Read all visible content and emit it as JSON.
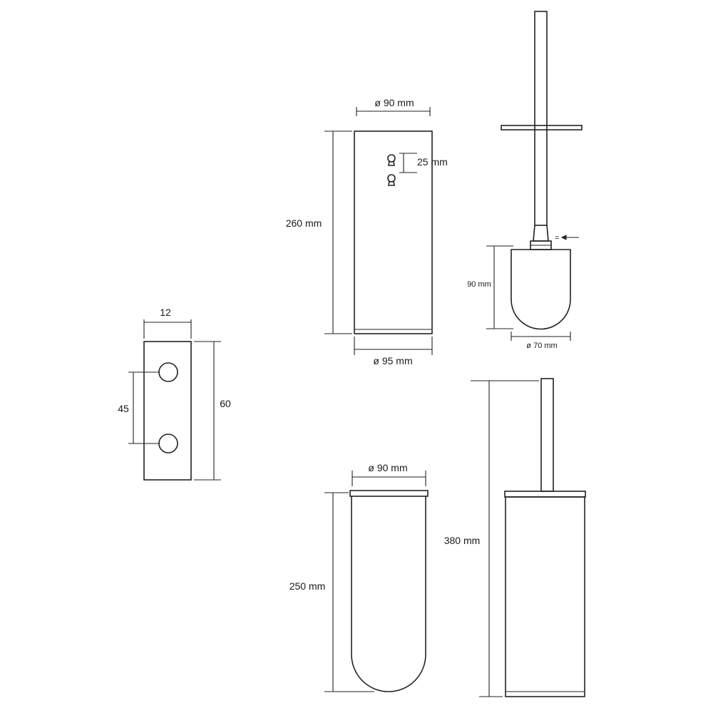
{
  "drawing": {
    "line_color": "#222222",
    "background": "#ffffff",
    "labels": {
      "bracket_width": "12",
      "bracket_height": "60",
      "bracket_hole_spacing": "45",
      "holder_top_diameter": "ø 90 mm",
      "holder_bottom_diameter": "ø 95 mm",
      "holder_height": "260 mm",
      "keyhole_spacing": "25 mm",
      "brush_head_height": "90 mm",
      "brush_head_diameter": "ø 70 mm",
      "brush_marker": "=",
      "insert_diameter": "ø 90 mm",
      "insert_height": "250 mm",
      "assembled_height": "380 mm"
    }
  }
}
